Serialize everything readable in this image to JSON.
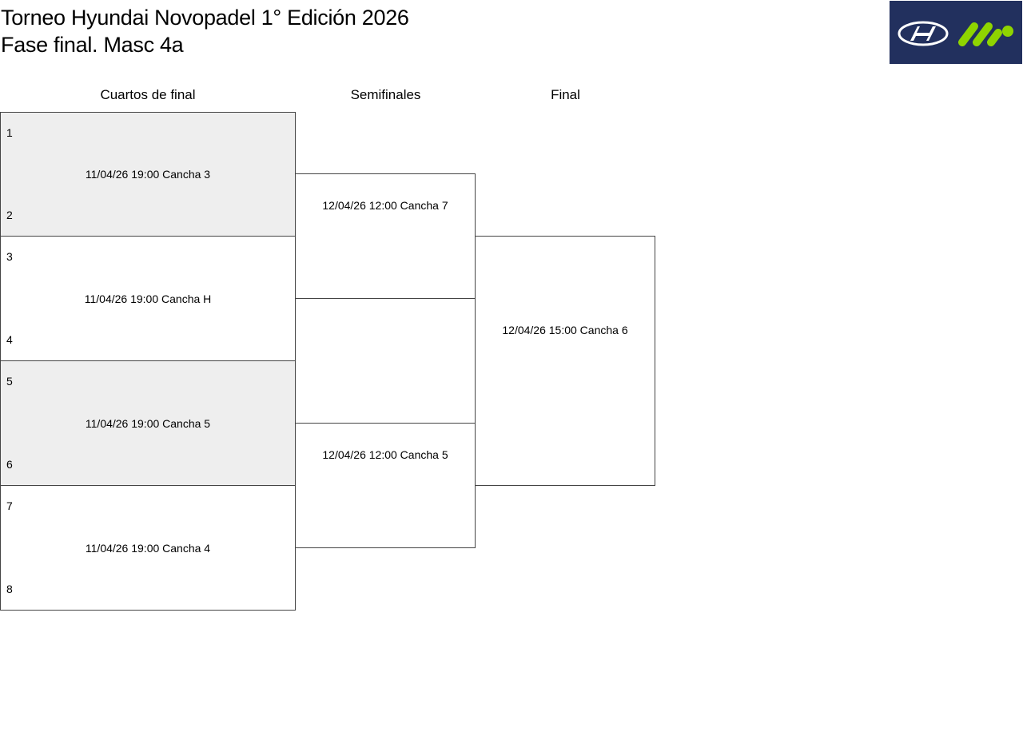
{
  "header": {
    "title_line1": "Torneo Hyundai Novopadel 1° Edición 2026",
    "title_line2": "Fase final. Masc 4a"
  },
  "logo": {
    "background": "#22305e",
    "icons": [
      "hyundai-logo-icon",
      "novopadel-logo-icon"
    ],
    "accent_color": "#8fd400"
  },
  "rounds": {
    "quarterfinals": "Cuartos de final",
    "semifinals": "Semifinales",
    "final": "Final"
  },
  "quarterfinals": [
    {
      "seed_top": "1",
      "seed_bottom": "2",
      "info": "11/04/26 19:00 Cancha 3",
      "shaded": true
    },
    {
      "seed_top": "3",
      "seed_bottom": "4",
      "info": "11/04/26 19:00 Cancha H",
      "shaded": false
    },
    {
      "seed_top": "5",
      "seed_bottom": "6",
      "info": "11/04/26 19:00 Cancha 5",
      "shaded": true
    },
    {
      "seed_top": "7",
      "seed_bottom": "8",
      "info": "11/04/26 19:00 Cancha 4",
      "shaded": false
    }
  ],
  "semifinals": [
    {
      "info": "12/04/26 12:00 Cancha 7"
    },
    {
      "info": "12/04/26 12:00 Cancha 5"
    }
  ],
  "final": {
    "info": "12/04/26 15:00 Cancha 6"
  },
  "colors": {
    "shaded_box": "#eeeeee",
    "border": "#444444"
  }
}
